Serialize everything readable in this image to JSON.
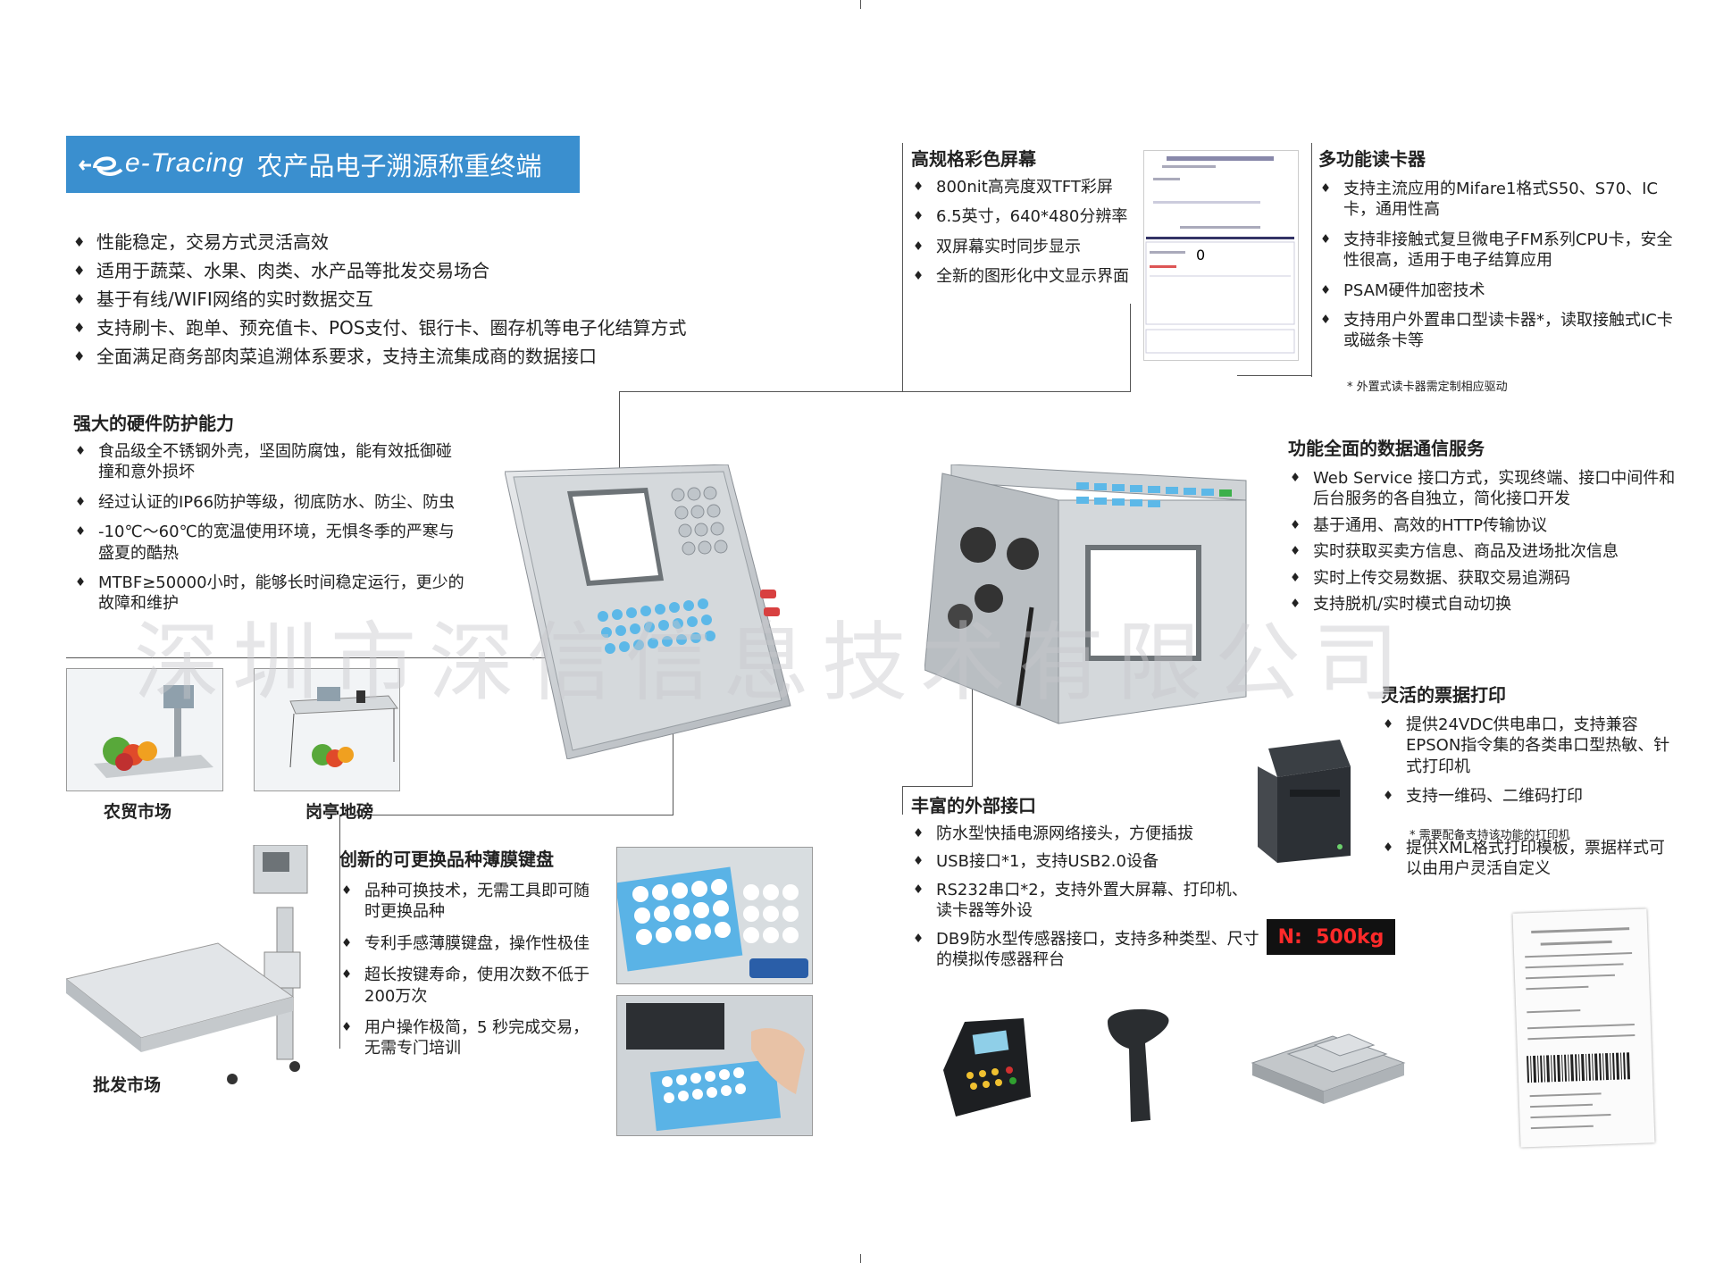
{
  "header": {
    "logo_text": "e-Tracing",
    "title": "农产品电子溯源称重终端"
  },
  "intro_bullets": [
    "性能稳定，交易方式灵活高效",
    "适用于蔬菜、水果、肉类、水产品等批发交易场合",
    "基于有线/WIFI网络的实时数据交互",
    "支持刷卡、跑单、预充值卡、POS支付、银行卡、圈存机等电子化结算方式",
    "全面满足商务部肉菜追溯体系要求，支持主流集成商的数据接口"
  ],
  "hardware": {
    "title": "强大的硬件防护能力",
    "items": [
      "食品级全不锈钢外壳，坚固防腐蚀，能有效抵御碰撞和意外损坏",
      "经过认证的IP66防护等级，彻底防水、防尘、防虫",
      "-10℃～60℃的宽温使用环境，无惧冬季的严寒与盛夏的酷热",
      "MTBF≥50000小时，能够长时间稳定运行，更少的故障和维护"
    ]
  },
  "scenes": [
    {
      "caption": "农贸市场"
    },
    {
      "caption": "岗亭地磅"
    },
    {
      "caption": "批发市场"
    }
  ],
  "display": {
    "title": "高规格彩色屏幕",
    "items": [
      "800nit高亮度双TFT彩屏",
      "6.5英寸，640*480分辨率",
      "双屏幕实时同步显示",
      "全新的图形化中文显示界面"
    ]
  },
  "card_reader": {
    "title": "多功能读卡器",
    "items": [
      "支持主流应用的Mifare1格式S50、S70、IC卡，通用性高",
      "支持非接触式复旦微电子FM系列CPU卡，安全性很高，适用于电子结算应用",
      "PSAM硬件加密技术",
      "支持用户外置串口型读卡器*，读取接触式IC卡或磁条卡等"
    ],
    "note": "* 外置式读卡器需定制相应驱动"
  },
  "data_comm": {
    "title": "功能全面的数据通信服务",
    "items": [
      "Web Service 接口方式，实现终端、接口中间件和后台服务的各自独立，简化接口开发",
      "基于通用、高效的HTTP传输协议",
      "实时获取买卖方信息、商品及进场批次信息",
      "实时上传交易数据、获取交易追溯码",
      "支持脱机/实时模式自动切换"
    ]
  },
  "printing": {
    "title": "灵活的票据打印",
    "items": [
      "提供24VDC供电串口，支持兼容EPSON指令集的各类串口型热敏、针式打印机",
      "支持一维码、二维码打印",
      "提供XML格式打印模板，票据样式可以由用户灵活自定义"
    ],
    "note": "* 需要配备支持该功能的打印机"
  },
  "interfaces": {
    "title": "丰富的外部接口",
    "items": [
      "防水型快插电源网络接头，方便插拔",
      "USB接口*1，支持USB2.0设备",
      "RS232串口*2，支持外置大屏幕、打印机、读卡器等外设",
      "DB9防水型传感器接口，支持多种类型、尺寸的模拟传感器秤台"
    ]
  },
  "keyboard": {
    "title": "创新的可更换品种薄膜键盘",
    "items": [
      "品种可换技术，无需工具即可随时更换品种",
      "专利手感薄膜键盘，操作性极佳",
      "超长按键寿命，使用次数不低于200万次",
      "用户操作极简，5 秒完成交易，无需专门培训"
    ]
  },
  "weight_display": "N:  500kg",
  "watermark": "深圳市深信信息技术有限公司",
  "colors": {
    "title_bar": "#3a8fcf",
    "display_red": "#ff2a2a"
  }
}
